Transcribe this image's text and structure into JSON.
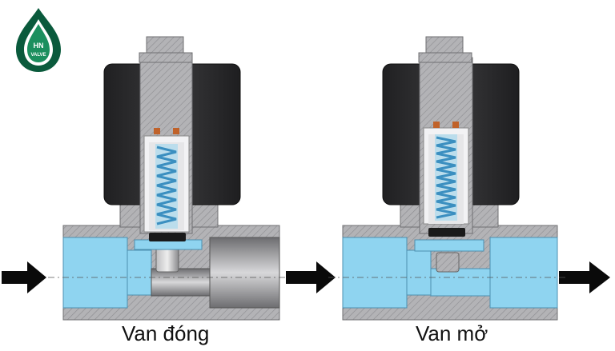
{
  "logo": {
    "text_line1": "HN",
    "text_line2": "VALVE",
    "color_outer": "#0a5a3c",
    "color_inner": "#1b8f5e"
  },
  "diagrams": [
    {
      "caption": "Van đóng",
      "state": "closed"
    },
    {
      "caption": "Van mở",
      "state": "open"
    }
  ],
  "flow_arrows": {
    "count": 3,
    "color": "#0a0a0a"
  },
  "colors": {
    "body": "#b5b5b8",
    "body_hatch": "#8e8e92",
    "coil": "#2b2b2d",
    "fluid": "#8fd4f0",
    "spring": "#4aa9d8",
    "plunger_seal": "#1a1a1a"
  }
}
